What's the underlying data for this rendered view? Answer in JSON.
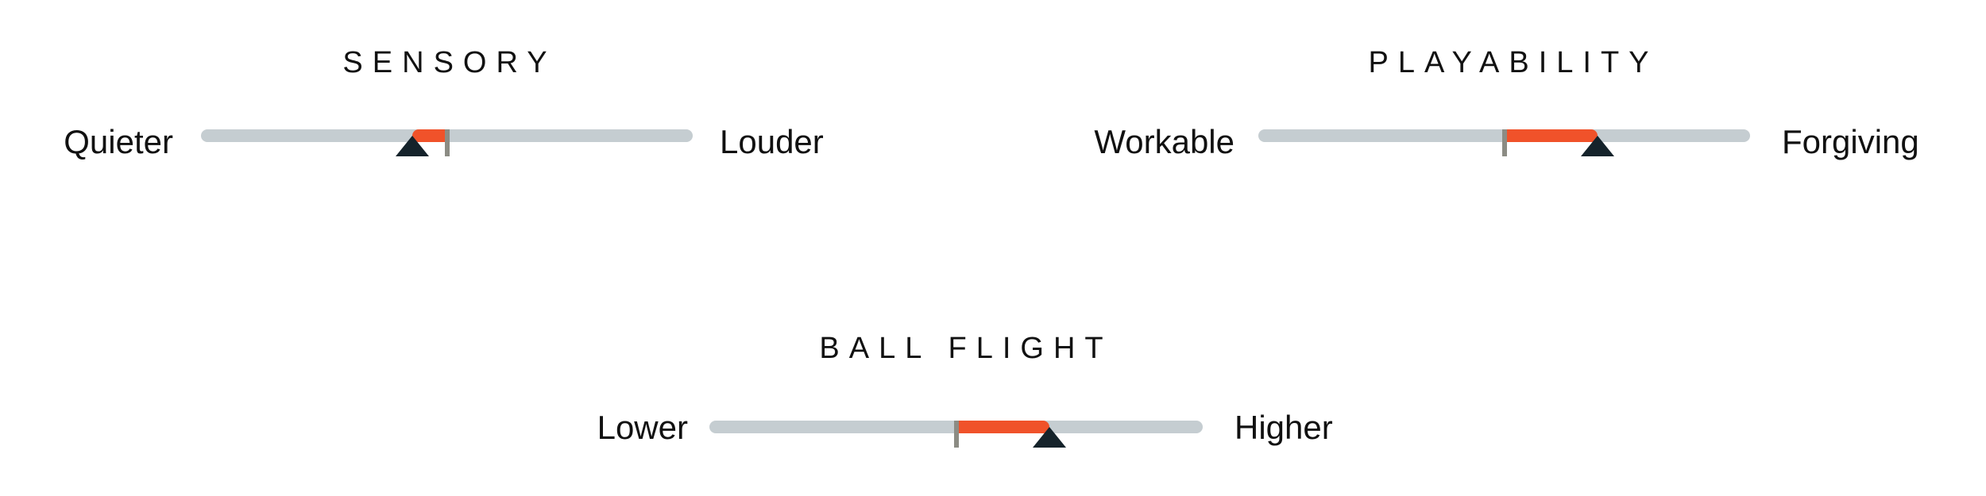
{
  "colors": {
    "track": "#c5cdd1",
    "fill": "#f0522a",
    "marker": "#15232b",
    "tick": "#8c8c84"
  },
  "scales": [
    {
      "title": "SENSORY",
      "left_label": "Quieter",
      "right_label": "Louder",
      "baseline": 0.5,
      "value": 0.43
    },
    {
      "title": "PLAYABILITY",
      "left_label": "Workable",
      "right_label": "Forgiving",
      "baseline": 0.5,
      "value": 0.69
    },
    {
      "title": "BALL FLIGHT",
      "left_label": "Lower",
      "right_label": "Higher",
      "baseline": 0.5,
      "value": 0.69
    }
  ]
}
